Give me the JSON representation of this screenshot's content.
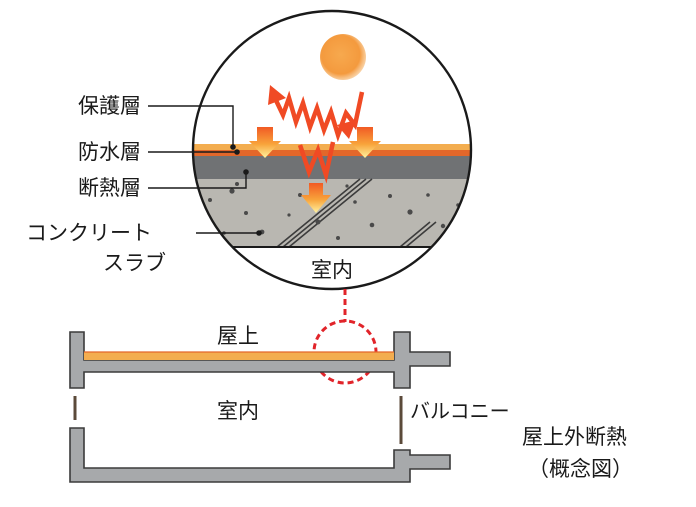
{
  "labels": {
    "protection_layer": "保護層",
    "waterproof_layer": "防水層",
    "insulation_layer": "断熱層",
    "concrete_line1": "コンクリート",
    "concrete_line2": "スラブ",
    "indoor_circle": "室内",
    "rooftop": "屋上",
    "indoor_building": "室内",
    "balcony": "バルコニー",
    "caption_title": "屋上外断熱",
    "caption_sub": "（概念図）"
  },
  "colors": {
    "protection": "#f3ad4f",
    "waterproof": "#e3672a",
    "insulation": "#707274",
    "concrete": "#b9b7b1",
    "structure": "#a7a9ab",
    "heat_arrow": "#f04a24",
    "sun": "#f6a24c",
    "zoom_marker": "#e1242a"
  },
  "icons": {
    "sun": "sun-icon",
    "heat": "heat-wave-arrow-icon",
    "blocked": "down-arrow-icon"
  }
}
